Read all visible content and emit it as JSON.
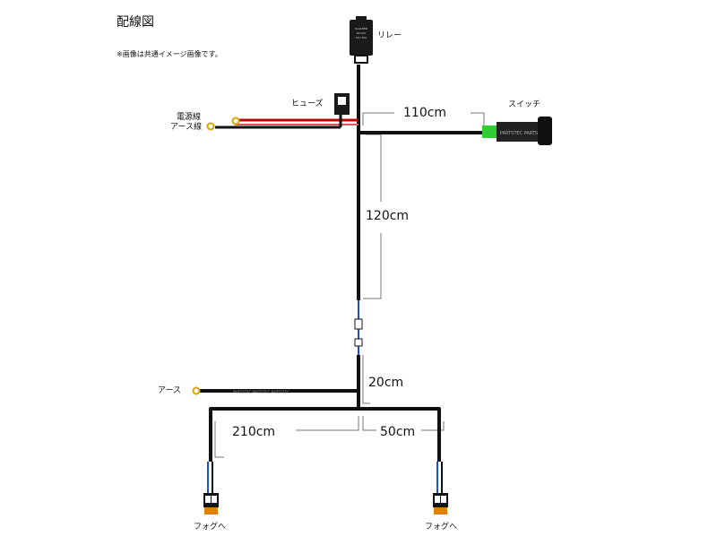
{
  "title": "配線図",
  "note": "※画像は共通イメージ画像です。",
  "labels": {
    "relay": "リレー",
    "fuse": "ヒューズ",
    "power_wire": "電源線",
    "ground_wire_top": "アース線",
    "switch": "スイッチ",
    "ground_mid": "アース",
    "fog_left": "フォグへ",
    "fog_right": "フォグへ"
  },
  "lengths": {
    "switch_run": "110cm",
    "main_run": "120cm",
    "split_run": "20cm",
    "left_run": "210cm",
    "right_run": "50cm"
  },
  "relay_face_text": [
    "SLASHED",
    "DC12V",
    "12V 35A"
  ],
  "switch_face_text": "PARTSTEC PARTS",
  "harness_print": "PARTSTEC PARTSTEC PARTSTEC",
  "colors": {
    "wire_black": "#111111",
    "wire_red": "#c00000",
    "wire_blue": "#1f4fd0",
    "terminal_yellow": "#d9a400",
    "switch_green": "#33cc33",
    "connector_orange": "#e08000"
  }
}
